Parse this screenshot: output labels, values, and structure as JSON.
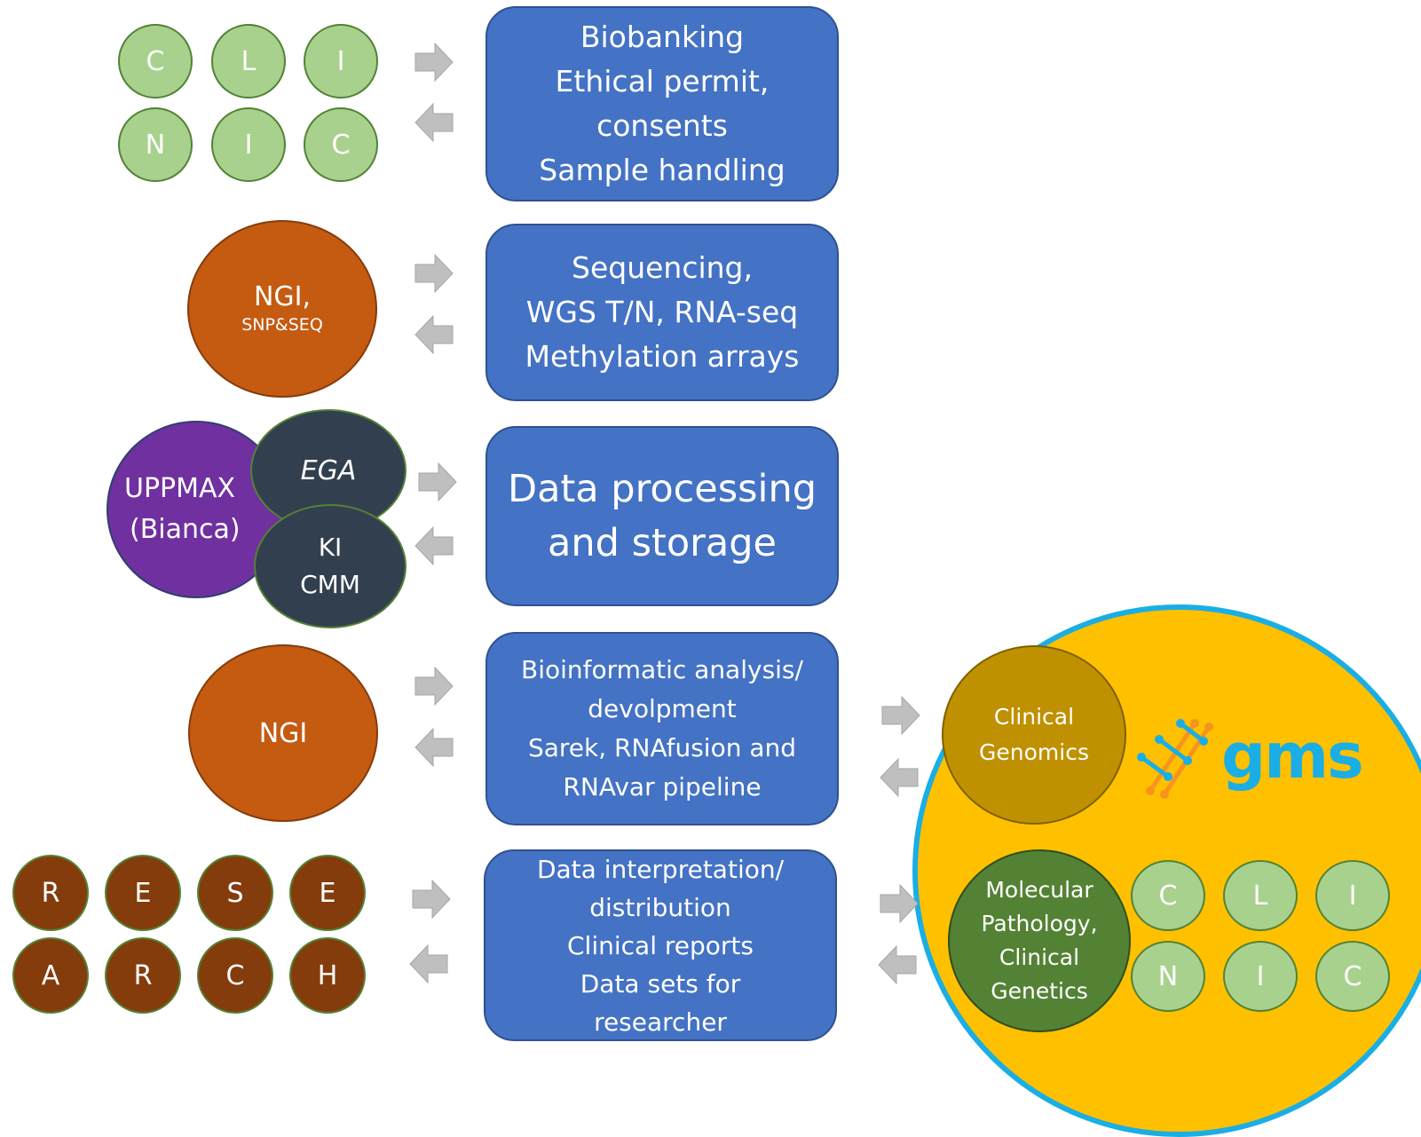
{
  "clinic_letters_top": [
    "C",
    "L",
    "I",
    "N",
    "I",
    "C"
  ],
  "research_letters": [
    "R",
    "E",
    "S",
    "E",
    "A",
    "R",
    "C",
    "H"
  ],
  "clinic_letters_gms": [
    "C",
    "L",
    "I",
    "N",
    "I",
    "C"
  ],
  "ngi_snp": {
    "main": "NGI,",
    "sub": "SNP&SEQ"
  },
  "uppmax": [
    "UPPMAX",
    "(Bianca)"
  ],
  "ega": "EGA",
  "ki_cmm": [
    "KI",
    "CMM"
  ],
  "ngi": "NGI",
  "boxes": {
    "biobanking": [
      "Biobanking",
      "Ethical permit,",
      "consents",
      "Sample handling"
    ],
    "sequencing": [
      "Sequencing,",
      "WGS T/N, RNA-seq",
      "Methylation arrays"
    ],
    "processing": [
      "Data processing",
      "and storage"
    ],
    "bioinformatics": [
      "Bioinformatic analysis/",
      "devolpment",
      "Sarek, RNAfusion and",
      "RNAvar pipeline"
    ],
    "interpretation": [
      "Data interpretation/",
      "distribution",
      "Clinical reports",
      "Data sets for",
      "researcher"
    ]
  },
  "clinical_genomics": [
    "Clinical",
    "Genomics"
  ],
  "molecular_pathology": [
    "Molecular",
    "Pathology,",
    "Clinical",
    "Genetics"
  ],
  "gms_logo": "gms",
  "colors": {
    "box_blue": "#4472c4",
    "clinic_green": "#a9d18e",
    "research_brown": "#843c0c",
    "ngi_orange": "#c55a11",
    "uppmax_purple": "#7030a0",
    "dark_slate": "#323f4f",
    "gms_yellow": "#ffc000",
    "gms_ring": "#1aaee5",
    "clinical_genomics_gold": "#bf9000",
    "molecular_green": "#548235",
    "arrow_gray": "#bfbfbf"
  }
}
